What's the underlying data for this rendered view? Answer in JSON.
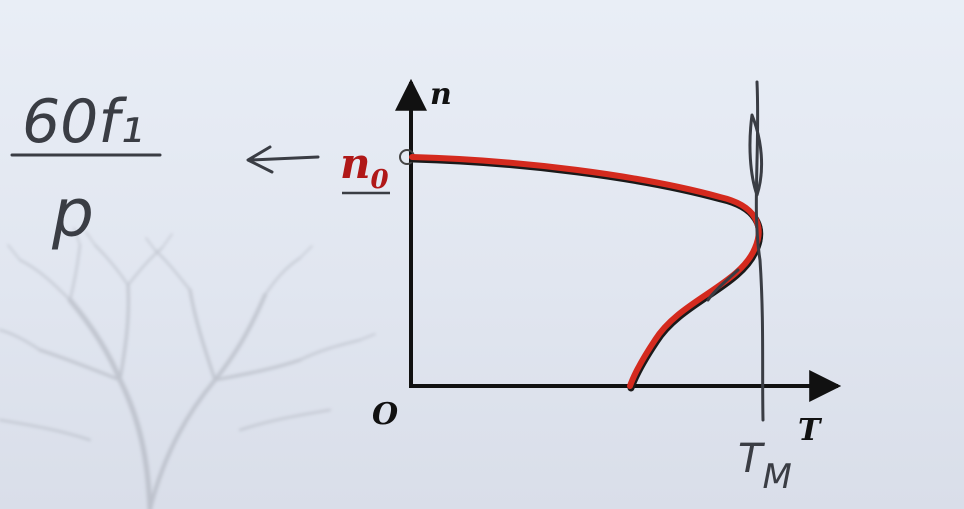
{
  "diagram": {
    "y_axis_label": "n",
    "x_axis_label": "T",
    "origin_label": "O",
    "n0_main": "n",
    "n0_sub": "0",
    "tm_main": "T",
    "tm_sub": "M",
    "formula_numerator": "60f₁",
    "formula_denominator": "p",
    "colors": {
      "axis": "#111111",
      "curve": "#d42a1e",
      "curve_shadow": "#1a1a1a",
      "n0_label": "#b01818",
      "handwriting": "#3a3d44",
      "background": "#e4e9f2"
    }
  }
}
